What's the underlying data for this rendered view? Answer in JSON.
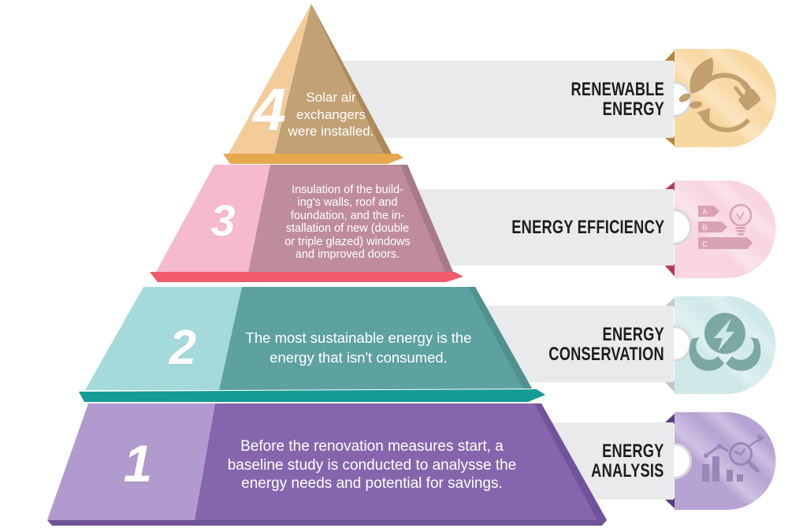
{
  "levels": [
    {
      "number": "4",
      "description": [
        "Solar air",
        "exchangers",
        "were installed."
      ],
      "category": [
        "RENEWABLE",
        "ENERGY"
      ],
      "icon": "renewable-energy-icon",
      "colors": {
        "face_light": "#F4CC9A",
        "face_dark": "#C2A175",
        "edge": "#AD8A59",
        "strip": "#E7A84D",
        "badge_bg": "#F8D8A1",
        "fold": "#B4873C",
        "icon": "#C2A06E"
      }
    },
    {
      "number": "3",
      "description": [
        "Insulation of the build-",
        "ing's walls, roof and",
        "foundation, and the in-",
        "stallation of new (double",
        "or triple glazed) windows",
        "and improved doors."
      ],
      "category": [
        "ENERGY EFFICIENCY"
      ],
      "icon": "energy-efficiency-icon",
      "colors": {
        "face_light": "#F6BACE",
        "face_dark": "#BF8C9B",
        "edge": "#A87987",
        "strip": "#F15B6C",
        "badge_bg": "#F8D5E0",
        "fold": "#B23C54",
        "icon": "#D9A2B3"
      }
    },
    {
      "number": "2",
      "description": [
        "The most sustainable energy is the",
        "energy that isn't consumed."
      ],
      "category": [
        "ENERGY",
        "CONSERVATION"
      ],
      "icon": "energy-conservation-icon",
      "colors": {
        "face_light": "#A5DADB",
        "face_dark": "#5EA2A0",
        "edge": "#4E918E",
        "strip": "#149B94",
        "badge_bg": "#CFE9E8",
        "fold": "#C2C8C9",
        "icon": "#7BA7A5"
      }
    },
    {
      "number": "1",
      "description": [
        "Before the renovation measures start, a",
        "baseline study is conducted to analysse the",
        "energy needs and potential for savings."
      ],
      "category": [
        "ENERGY",
        "ANALYSIS"
      ],
      "icon": "energy-analysis-icon",
      "colors": {
        "face_light": "#B19ACD",
        "face_dark": "#8566AC",
        "edge": "#71539B",
        "strip": "#6F5396",
        "badge_bg": "#B7A3D3",
        "fold": "#563D7D",
        "icon": "#9888B8"
      }
    }
  ],
  "bar": {
    "fill": "#E9EAEB",
    "label_color": "#1D1D1B"
  },
  "text_color": "#FFFFFF"
}
